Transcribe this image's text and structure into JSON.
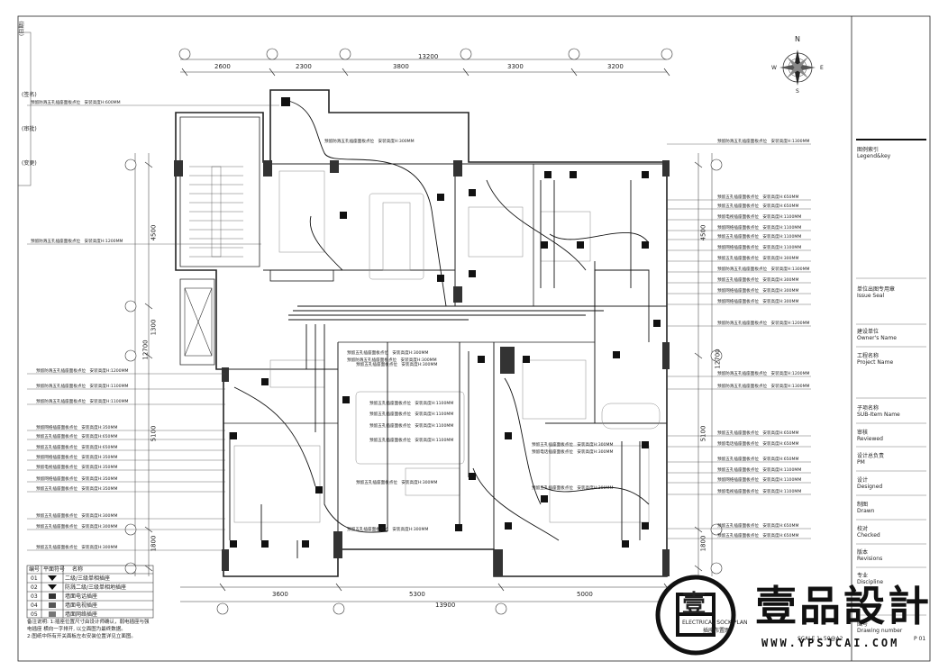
{
  "dims": {
    "top_total": "13200",
    "top": [
      "2600",
      "2300",
      "3800",
      "3300",
      "3200"
    ],
    "bottom_total": "13900",
    "bottom": [
      "3600",
      "5300",
      "5000"
    ],
    "left_total": "12700",
    "left": [
      "4500",
      "1300",
      "5100",
      "1800"
    ],
    "right_total": "12700",
    "right": [
      "4500",
      "5100",
      "1800"
    ]
  },
  "compass": {
    "n": "N",
    "s": "S",
    "e": "E",
    "w": "W"
  },
  "left_strip": [
    "(日期)",
    "(签名)",
    "(审批)",
    "(变更)"
  ],
  "title_block": {
    "legend": {
      "cn": "图例索引",
      "en": "Legend&key"
    },
    "issue_seal": {
      "cn": "单位出图专用章",
      "en": "Issue Seal"
    },
    "owner": {
      "cn": "建设单位",
      "en": "Owner's Name"
    },
    "project": {
      "cn": "工程名称",
      "en": "Project Name"
    },
    "sub_item": {
      "cn": "子项名称",
      "en": "SUB-Item Name"
    },
    "reviewed": {
      "cn": "审核",
      "en": "Reviewed"
    },
    "pm": {
      "cn": "设计总负责",
      "en": "PM"
    },
    "designed": {
      "cn": "设计",
      "en": "Designed"
    },
    "drawn": {
      "cn": "制图",
      "en": "Drawn"
    },
    "checked": {
      "cn": "校对",
      "en": "Checked"
    },
    "revisions": {
      "cn": "版本",
      "en": "Revisions"
    },
    "discipline": {
      "cn": "专业",
      "en": "Discipline"
    },
    "drawing_number": {
      "cn": "图号",
      "en": "Drawing number"
    },
    "sheet_no": "P 01"
  },
  "legend_table": {
    "headers": [
      "编号",
      "平面符号",
      "名称"
    ],
    "rows": [
      {
        "no": "01",
        "name": "二级/三级单相插座"
      },
      {
        "no": "02",
        "name": "防溅二级/三级单相地插座"
      },
      {
        "no": "03",
        "name": "墙面电话插座"
      },
      {
        "no": "04",
        "name": "墙面电视插座"
      },
      {
        "no": "05",
        "name": "墙面网络插座"
      }
    ]
  },
  "notes": [
    "备注说明: 1:插座位置尺寸由设计师确认，弱电插座与强",
    "电插座    横向一字排开, 以立面图为最终数据。",
    "2:图纸中所有开关面板左右安装位置详见立面图。"
  ],
  "drawing_title": "ELECTRICAL SOCK PLAN",
  "drawing_title_cn": "插座布置图",
  "scale": "SCALE 1: 50@A2",
  "left_notes": [
    {
      "label": "预留防溅五孔插座面板点位",
      "height": "安装高度H:600MM"
    },
    {
      "label": "预留防溅五孔插座面板点位",
      "height": "安装高度H:1200MM"
    },
    {
      "label": "预留防溅五孔插座面板点位",
      "height": "安装高度H:1200MM"
    },
    {
      "label": "预留防溅五孔插座面板点位",
      "height": "安装高度H:1100MM"
    },
    {
      "label": "预留防溅五孔插座面板点位",
      "height": "安装高度H:1100MM"
    },
    {
      "label": "预留网络插座面板点位",
      "height": "安装高度H:350MM"
    },
    {
      "label": "预留五孔插座面板点位",
      "height": "安装高度H:650MM"
    },
    {
      "label": "预留五孔插座面板点位",
      "height": "安装高度H:650MM"
    },
    {
      "label": "预留网络插座面板点位",
      "height": "安装高度H:350MM"
    },
    {
      "label": "预留电视插座面板点位",
      "height": "安装高度H:350MM"
    },
    {
      "label": "预留网络插座面板点位",
      "height": "安装高度H:350MM"
    },
    {
      "label": "预留五孔插座面板点位",
      "height": "安装高度H:350MM"
    },
    {
      "label": "预留五孔插座面板点位",
      "height": "安装高度H:300MM"
    },
    {
      "label": "预留五孔插座面板点位",
      "height": "安装高度H:300MM"
    },
    {
      "label": "预留五孔插座面板点位",
      "height": "安装高度H:300MM"
    }
  ],
  "right_notes": [
    {
      "label": "预留防溅五孔插座面板点位",
      "height": "安装高度H:1300MM"
    },
    {
      "label": "预留五孔插座面板点位",
      "height": "安装高度H:650MM"
    },
    {
      "label": "预留五孔插座面板点位",
      "height": "安装高度H:650MM"
    },
    {
      "label": "预留电视插座面板点位",
      "height": "安装高度H:1100MM"
    },
    {
      "label": "预留网络插座面板点位",
      "height": "安装高度H:1100MM"
    },
    {
      "label": "预留五孔插座面板点位",
      "height": "安装高度H:1100MM"
    },
    {
      "label": "预留网络插座面板点位",
      "height": "安装高度H:1100MM"
    },
    {
      "label": "预留五孔插座面板点位",
      "height": "安装高度H:300MM"
    },
    {
      "label": "预留防溅五孔插座面板点位",
      "height": "安装高度H:1300MM"
    },
    {
      "label": "预留五孔插座面板点位",
      "height": "安装高度H:300MM"
    },
    {
      "label": "预留网络插座面板点位",
      "height": "安装高度H:300MM"
    },
    {
      "label": "预留网络插座面板点位",
      "height": "安装高度H:300MM"
    },
    {
      "label": "预留防溅五孔插座面板点位",
      "height": "安装高度H:1200MM"
    },
    {
      "label": "预留防溅五孔插座面板点位",
      "height": "安装高度H:1200MM"
    },
    {
      "label": "预留防溅五孔插座面板点位",
      "height": "安装高度H:1300MM"
    },
    {
      "label": "预留五孔插座面板点位",
      "height": "安装高度H:650MM"
    },
    {
      "label": "预留电话插座面板点位",
      "height": "安装高度H:650MM"
    },
    {
      "label": "预留五孔插座面板点位",
      "height": "安装高度H:650MM"
    },
    {
      "label": "预留五孔插座面板点位",
      "height": "安装高度H:1100MM"
    },
    {
      "label": "预留网络插座面板点位",
      "height": "安装高度H:1100MM"
    },
    {
      "label": "预留电视插座面板点位",
      "height": "安装高度H:1100MM"
    },
    {
      "label": "预留五孔插座面板点位",
      "height": "安装高度H:650MM"
    },
    {
      "label": "预留五孔插座面板点位",
      "height": "安装高度H:650MM"
    }
  ],
  "inner_notes": [
    {
      "label": "预留防溅五孔插座面板点位",
      "height": "安装高度H:300MM"
    },
    {
      "label": "预留五孔插座面板点位",
      "height": "安装高度H:300MM"
    },
    {
      "label": "预留防溅五孔插座面板点位",
      "height": "安装高度H:300MM"
    },
    {
      "label": "预留五孔插座面板点位",
      "height": "安装高度H:300MM"
    },
    {
      "label": "预留五孔插座面板点位",
      "height": "安装高度H:1100MM"
    },
    {
      "label": "预留五孔插座面板点位",
      "height": "安装高度H:1100MM"
    },
    {
      "label": "预留五孔插座面板点位",
      "height": "安装高度H:1100MM"
    },
    {
      "label": "预留五孔插座面板点位",
      "height": "安装高度H:1100MM"
    },
    {
      "label": "预留五孔插座面板点位",
      "height": "安装高度H:300MM"
    },
    {
      "label": "预留五孔插座面板点位",
      "height": "安装高度H:300MM"
    },
    {
      "label": "预留五孔插座面板点位",
      "height": "安装高度H:300MM"
    },
    {
      "label": "预留电话插座面板点位",
      "height": "安装高度H:300MM"
    },
    {
      "label": "预留五孔插座面板点位",
      "height": "安装高度H:300MM"
    }
  ],
  "logo": {
    "cn": "壹品設計",
    "url": "WWW.YPSJCAI.COM",
    "seal": "壹"
  }
}
